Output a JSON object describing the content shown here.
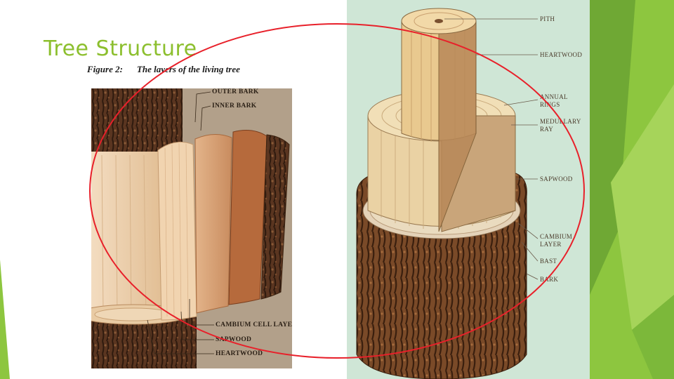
{
  "slide": {
    "title": "Tree Structure",
    "accent_color": "#8cbf2e",
    "highlight_color": "#e8202a"
  },
  "left_figure": {
    "caption_number": "Figure 2:",
    "caption_text": "The layers of the living tree",
    "labels": {
      "outer_bark": "OUTER BARK",
      "inner_bark": "INNER BARK",
      "cambium_cell_layer": "CAMBIUM CELL LAYER",
      "sapwood": "SAPWOOD",
      "heartwood": "HEARTWOOD"
    }
  },
  "right_figure": {
    "labels": {
      "pith": "PITH",
      "heartwood": "HEARTWOOD",
      "annual_rings_1": "ANNUAL",
      "annual_rings_2": "RINGS",
      "medullary_ray_1": "MEDULLARY",
      "medullary_ray_2": "RAY",
      "sapwood": "SAPWOOD",
      "cambium_layer_1": "CAMBIUM",
      "cambium_layer_2": "LAYER",
      "bast": "BAST",
      "bark": "BARK"
    }
  }
}
